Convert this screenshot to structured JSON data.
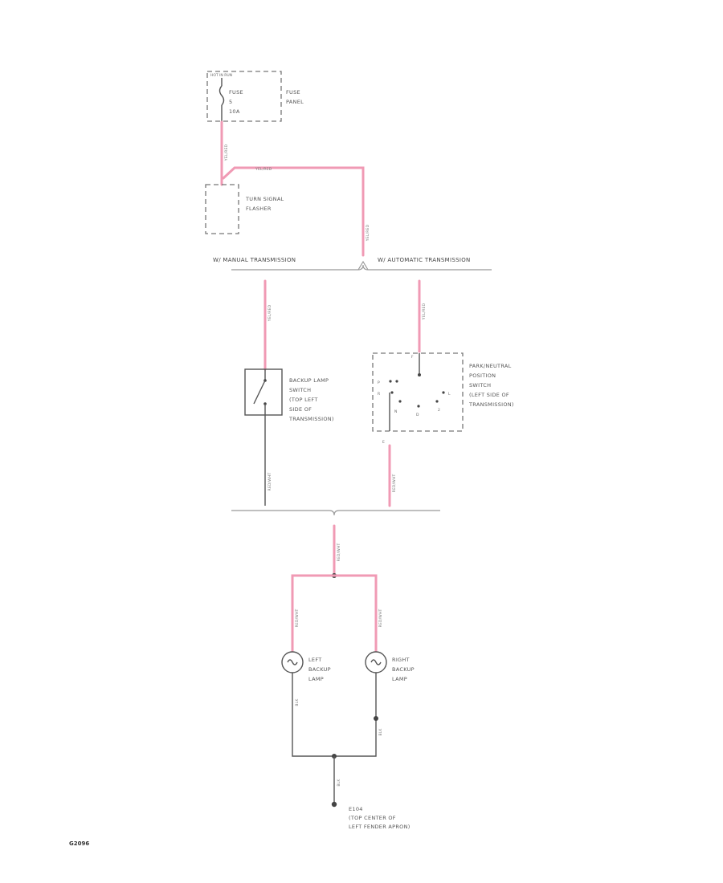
{
  "fuse_box": {
    "header": "HOT IN RUN",
    "fuse_label_1": "FUSE",
    "fuse_label_2": "5",
    "fuse_label_3": "10A",
    "panel_label_1": "FUSE",
    "panel_label_2": "PANEL"
  },
  "flasher": {
    "label_1": "TURN SIGNAL",
    "label_2": "FLASHER"
  },
  "sections": {
    "manual": "W/ MANUAL TRANSMISSION",
    "automatic": "W/ AUTOMATIC TRANSMISSION"
  },
  "backup_switch": {
    "label_1": "BACKUP LAMP",
    "label_2": "SWITCH",
    "label_3": "(TOP LEFT",
    "label_4": "SIDE OF",
    "label_5": "TRANSMISSION)"
  },
  "park_switch": {
    "label_1": "PARK/NEUTRAL",
    "label_2": "POSITION",
    "label_3": "SWITCH",
    "label_4": "(LEFT SIDE OF",
    "label_5": "TRANSMISSION)",
    "pos_p": "P",
    "pos_r": "R",
    "pos_n": "N",
    "pos_d": "D",
    "pos_2": "2",
    "pos_l": "L",
    "pin_top": "F",
    "pin_bottom": "E"
  },
  "left_lamp": {
    "label_1": "LEFT",
    "label_2": "BACKUP",
    "label_3": "LAMP"
  },
  "right_lamp": {
    "label_1": "RIGHT",
    "label_2": "BACKUP",
    "label_3": "LAMP"
  },
  "ground": {
    "label_1": "E104",
    "label_2": "(TOP CENTER OF",
    "label_3": "LEFT FENDER APRON)"
  },
  "wire_labels": {
    "fuse_to_flasher": "YEL/RED",
    "flasher_jumper": "YEL/RED",
    "flasher_right": "YEL/RED",
    "to_backup_switch": "YEL/RED",
    "to_park_switch": "YEL/RED",
    "from_backup_switch": "RED/WHT",
    "from_park_switch": "RED/WHT",
    "trunk": "RED/WHT",
    "to_left_lamp": "RED/WHT",
    "to_right_lamp": "RED/WHT",
    "left_ground": "BLK",
    "right_ground": "BLK",
    "ground_trunk": "BLK"
  },
  "footer_code": "G2096"
}
